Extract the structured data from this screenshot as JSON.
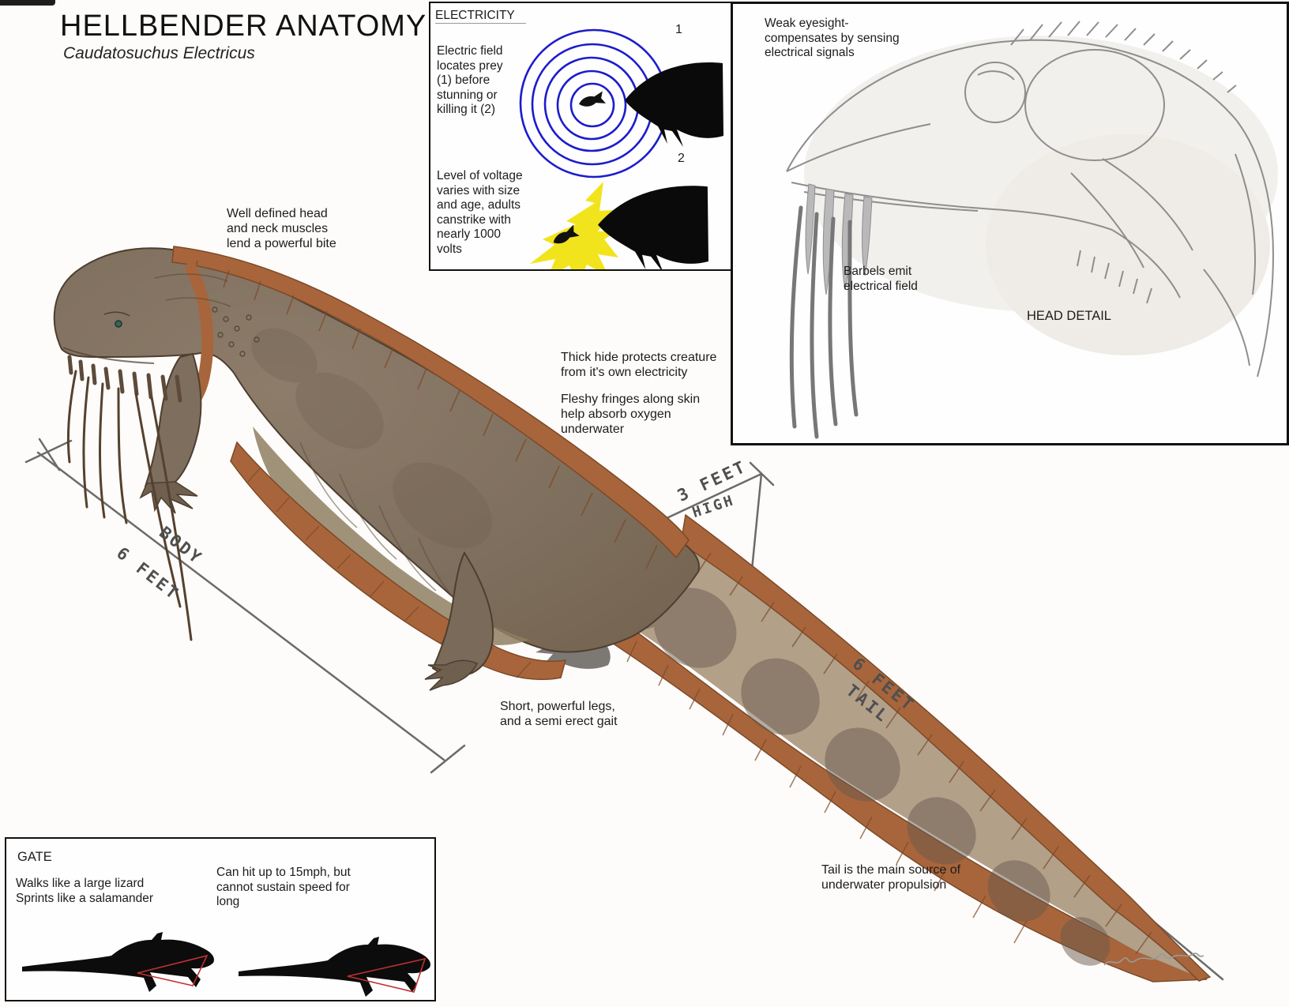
{
  "page": {
    "title": "HELLBENDER ANATOMY",
    "subtitle": "Caudatosuchus Electricus"
  },
  "electricity": {
    "title": "ELECTRICITY",
    "field_note": "Electric field\nlocates prey\n(1) before\nstunning or\nkilling it (2)",
    "step1": "1",
    "step2": "2",
    "voltage_note": "Level of voltage\nvaries with size\nand age, adults\ncanstrike with\nnearly 1000\nvolts"
  },
  "head_detail": {
    "eyesight_note": "Weak eyesight-\ncompensates by sensing\nelectrical signals",
    "barbels_note": "Barbels emit\nelectrical field",
    "caption": "HEAD DETAIL"
  },
  "annotations": {
    "head_neck": "Well defined head\nand neck muscles\nlend a powerful bite",
    "thick_hide": "Thick hide protects creature\nfrom it's own electricity",
    "fringes": "Fleshy fringes along skin\nhelp absorb oxygen\nunderwater",
    "legs": "Short, powerful legs,\nand a semi erect gait",
    "tail": "Tail is the main source of\nunderwater propulsion"
  },
  "measurements": {
    "body_word": "BODY",
    "body_feet": "6 FEET",
    "height_feet": "3 FEET",
    "height_word": "HIGH",
    "tail_feet": "6 FEET",
    "tail_word": "TAIL"
  },
  "gate": {
    "title": "GATE",
    "walk_note": "Walks like a large lizard\nSprints like a salamander",
    "speed_note": "Can hit up to 15mph, but\ncannot sustain speed for\nlong"
  },
  "colors": {
    "field_ring_blue": "#1c1ccc",
    "bolt_yellow": "#f2e41c",
    "fringe_orange": "#a8653b",
    "body_brown": "#7f6f5e",
    "tail_tan": "#b2a089",
    "gait_line_red": "#c03030"
  }
}
